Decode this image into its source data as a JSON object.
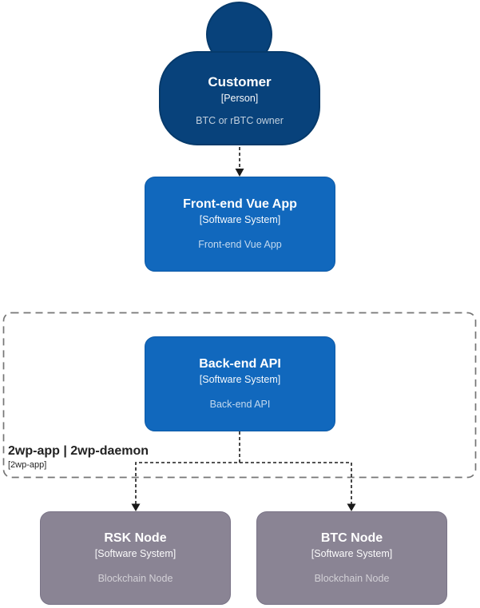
{
  "colors": {
    "person_fill": "#08427b",
    "person_border": "#063a6b",
    "system_fill": "#1168bd",
    "system_border": "#0d5aa7",
    "external_fill": "#8a8494",
    "external_border": "#7a7487",
    "connector": "#1a1a1a",
    "boundary_border": "#767676",
    "boundary_text": "#222222"
  },
  "nodes": {
    "customer": {
      "title": "Customer",
      "subtitle": "[Person]",
      "description": "BTC or rBTC owner"
    },
    "frontend": {
      "title": "Front-end Vue App",
      "subtitle": "[Software System]",
      "description": "Front-end Vue App"
    },
    "backend": {
      "title": "Back-end API",
      "subtitle": "[Software System]",
      "description": "Back-end API"
    },
    "rsk_node": {
      "title": "RSK Node",
      "subtitle": "[Software System]",
      "description": "Blockchain Node"
    },
    "btc_node": {
      "title": "BTC Node",
      "subtitle": "[Software System]",
      "description": "Blockchain Node"
    }
  },
  "boundary": {
    "title": "2wp-app | 2wp-daemon",
    "subtitle": "[2wp-app]"
  }
}
